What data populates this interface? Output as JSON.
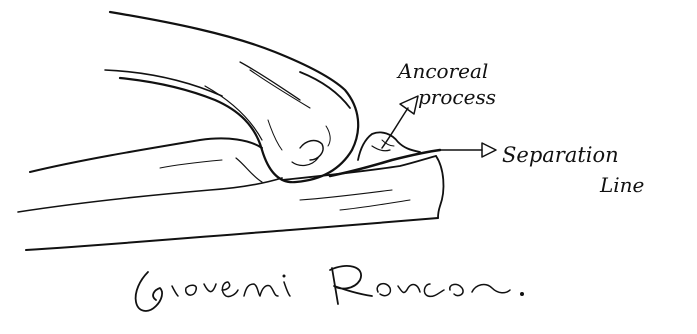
{
  "annotations": {
    "process_label_line1": "Ancoreal",
    "process_label_line2": "process",
    "separation_label_line1": "Separation",
    "separation_label_line2": "Line"
  },
  "signature": {
    "text": "Giovanni Rancano."
  },
  "colors": {
    "ink": "#111111",
    "paper": "#ffffff"
  }
}
